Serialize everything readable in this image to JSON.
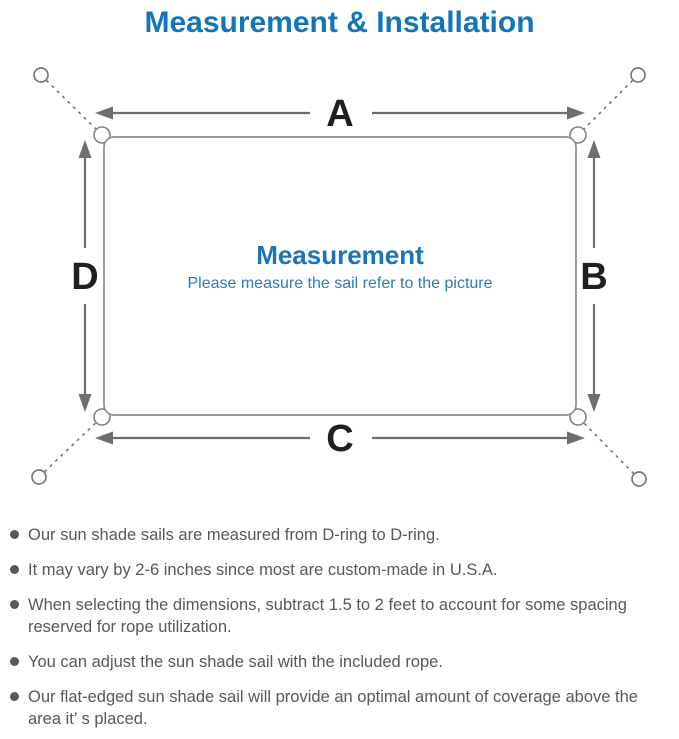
{
  "page": {
    "title": "Measurement & Installation"
  },
  "diagram": {
    "dimension_labels": {
      "top": "A",
      "right": "B",
      "bottom": "C",
      "left": "D"
    },
    "center": {
      "heading": "Measurement",
      "subheading": "Please measure the sail refer to the picture"
    }
  },
  "notes": [
    "Our sun shade sails are measured from D-ring to D-ring.",
    "It may vary by 2-6 inches since most are custom-made in U.S.A.",
    "When selecting the dimensions, subtract 1.5 to 2 feet to account for some spacing reserved for rope utilization.",
    "You can adjust the sun shade sail with the included rope.",
    "Our flat-edged sun shade sail will provide an optimal amount of coverage above the area it’ s placed."
  ],
  "colors": {
    "accent_blue": "#1274b9",
    "subheading_blue": "#2e7cb8",
    "line_gray": "#6d6e71",
    "outline_gray": "#8a8c8f",
    "text_gray": "#57585a",
    "label_black": "#1f2022"
  }
}
